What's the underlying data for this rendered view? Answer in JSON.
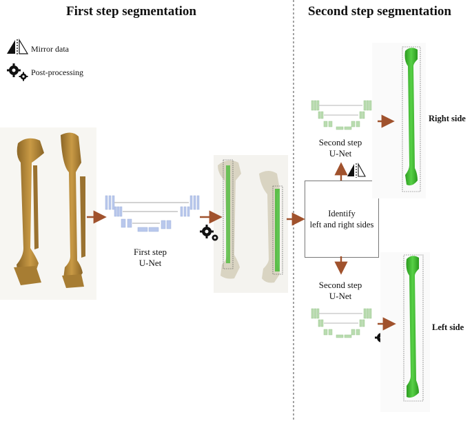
{
  "titles": {
    "first": "First step segmentation",
    "second": "Second step segmentation"
  },
  "legend": {
    "mirror": "Mirror data",
    "post": "Post-processing"
  },
  "first_unet": {
    "line1": "First step",
    "line2": "U-Net"
  },
  "second_unet_top": {
    "line1": "Second step",
    "line2": "U-Net"
  },
  "second_unet_bottom": {
    "line1": "Second step",
    "line2": "U-Net"
  },
  "identify": {
    "line1": "Identify",
    "line2": "left and right sides"
  },
  "sides": {
    "right": "Right side",
    "left": "Left side"
  },
  "colors": {
    "arrow": "#a0522d",
    "bone": "#b8893a",
    "bone_dark": "#8a6526",
    "bone_faded": "#d9d4c2",
    "segment_green": "#3cb82a",
    "unet_blue": "#b9c8ec",
    "unet_green": "#b9dcb0",
    "divider": "#444444"
  },
  "icons": {
    "mirror": "mirror-icon",
    "post": "gear-icon"
  }
}
